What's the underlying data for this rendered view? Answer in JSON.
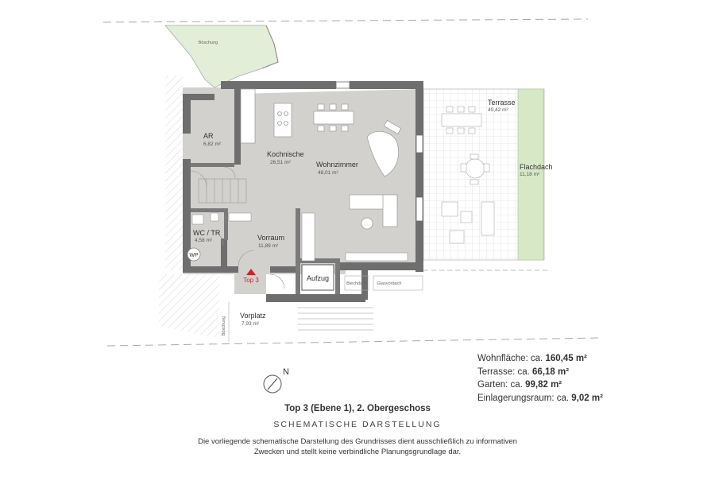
{
  "rooms": {
    "ar": {
      "name": "AR",
      "area": "6,82 m²"
    },
    "kochnische": {
      "name": "Kochnische",
      "area": "26,51 m²"
    },
    "wohnzimmer": {
      "name": "Wohnzimmer",
      "area": "48,01 m²"
    },
    "terrasse": {
      "name": "Terrasse",
      "area": "40,42 m²"
    },
    "flachdach": {
      "name": "Flachdach",
      "area": "11,18 m²"
    },
    "wc": {
      "name": "WC / TR",
      "area": "4,58 m²"
    },
    "vorraum": {
      "name": "Vorraum",
      "area": "11,89 m²"
    },
    "vorplatz": {
      "name": "Vorplatz",
      "area": "7,93 m²"
    }
  },
  "labels": {
    "boeschung": "Böschung",
    "wp": "WP",
    "top3": "Top 3",
    "aufzug": "Aufzug",
    "blechdach": "Blechdach",
    "glasvordach": "Glasvordach",
    "north": "N"
  },
  "areas": [
    {
      "label": "Wohnfläche: ca. ",
      "value": "160,45 m²"
    },
    {
      "label": "Terrasse: ca. ",
      "value": "66,18 m²"
    },
    {
      "label": "Garten: ca. ",
      "value": "99,82 m²"
    },
    {
      "label": "Einlagerungsraum: ca. ",
      "value": "9,02 m²"
    }
  ],
  "title": "Top 3 (Ebene 1), 2. Obergeschoss",
  "subtitle": "SCHEMATISCHE DARSTELLUNG",
  "disclaimer": [
    "Die vorliegende schematische Darstellung des Grundrisses dient ausschließlich zu informativen",
    "Zwecken und stellt keine verbindliche Planungsgrundlage dar."
  ],
  "colors": {
    "floor": "#d3d1ce",
    "wall": "#6e6e6e",
    "grass": "#d7e8c7",
    "accent": "#c8262d"
  }
}
